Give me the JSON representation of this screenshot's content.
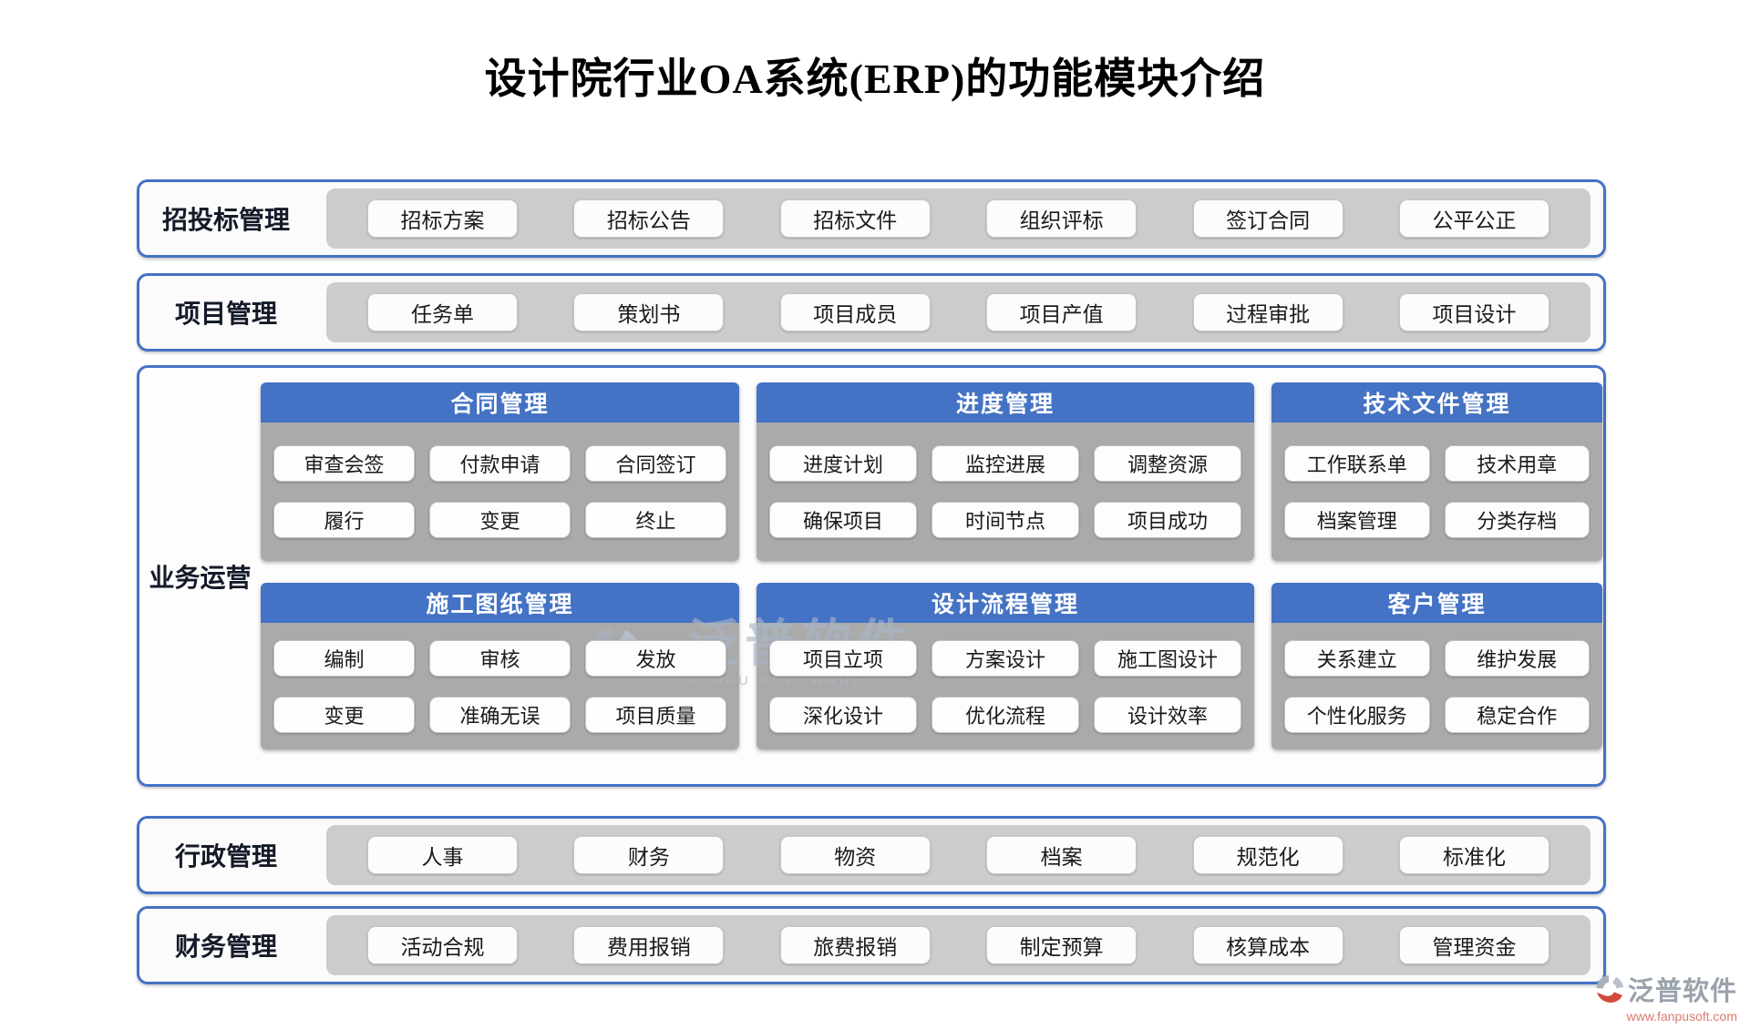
{
  "title": "设计院行业OA系统(ERP)的功能模块介绍",
  "rows": [
    {
      "label": "招投标管理",
      "buttons": [
        "招标方案",
        "招标公告",
        "招标文件",
        "组织评标",
        "签订合同",
        "公平公正"
      ]
    },
    {
      "label": "项目管理",
      "buttons": [
        "任务单",
        "策划书",
        "项目成员",
        "项目产值",
        "过程审批",
        "项目设计"
      ]
    }
  ],
  "business_section": {
    "label": "业务运营",
    "panels": [
      {
        "title": "合同管理",
        "cols": 3,
        "buttons": [
          "审查会签",
          "付款申请",
          "合同签订",
          "履行",
          "变更",
          "终止"
        ]
      },
      {
        "title": "进度管理",
        "cols": 3,
        "buttons": [
          "进度计划",
          "监控进展",
          "调整资源",
          "确保项目",
          "时间节点",
          "项目成功"
        ]
      },
      {
        "title": "技术文件管理",
        "cols": 2,
        "buttons": [
          "工作联系单",
          "技术用章",
          "档案管理",
          "分类存档"
        ]
      },
      {
        "title": "施工图纸管理",
        "cols": 3,
        "buttons": [
          "编制",
          "审核",
          "发放",
          "变更",
          "准确无误",
          "项目质量"
        ]
      },
      {
        "title": "设计流程管理",
        "cols": 3,
        "buttons": [
          "项目立项",
          "方案设计",
          "施工图设计",
          "深化设计",
          "优化流程",
          "设计效率"
        ]
      },
      {
        "title": "客户管理",
        "cols": 2,
        "buttons": [
          "关系建立",
          "维护发展",
          "个性化服务",
          "稳定合作"
        ]
      }
    ]
  },
  "bottom_rows": [
    {
      "label": "行政管理",
      "buttons": [
        "人事",
        "财务",
        "物资",
        "档案",
        "规范化",
        "标准化"
      ]
    },
    {
      "label": "财务管理",
      "buttons": [
        "活动合规",
        "费用报销",
        "旅费报销",
        "制定预算",
        "核算成本",
        "管理资金"
      ]
    }
  ],
  "watermark": {
    "brand": "泛普软件",
    "brand_en": "FANPU SOFTWARE",
    "url": "www.fanpusoft.com"
  },
  "colors": {
    "accent": "#4472c4",
    "strip_gray": "#cccccc",
    "panel_gray": "#aaaaaa",
    "watermark_red": "#cf4a3c",
    "watermark_gray": "#9aa2ac"
  }
}
